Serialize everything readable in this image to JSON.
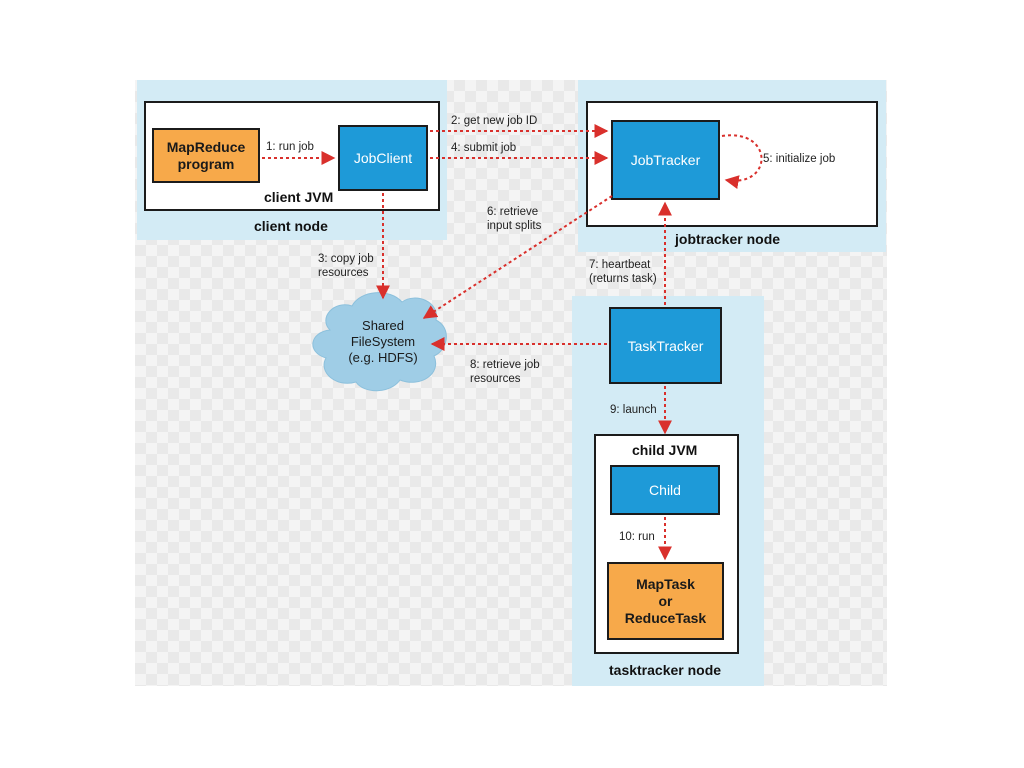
{
  "nodes": {
    "client_node": "client node",
    "client_jvm": "client JVM",
    "jobtracker_node": "jobtracker node",
    "tasktracker_node": "tasktracker node",
    "child_jvm": "child JVM"
  },
  "boxes": {
    "mapreduce_program": [
      "MapReduce",
      "program"
    ],
    "jobclient": "JobClient",
    "jobtracker": "JobTracker",
    "tasktracker": "TaskTracker",
    "child": "Child",
    "maptask": [
      "MapTask",
      "or",
      "ReduceTask"
    ]
  },
  "filesystem": [
    "Shared",
    "FileSystem",
    "(e.g. HDFS)"
  ],
  "steps": {
    "s1": [
      "1: run job"
    ],
    "s2": [
      "2: get new job ID"
    ],
    "s3": [
      "3: copy job",
      "resources"
    ],
    "s4": [
      "4: submit job"
    ],
    "s5": [
      "5: initialize job"
    ],
    "s6": [
      "6: retrieve",
      "input splits"
    ],
    "s7": [
      "7: heartbeat",
      "(returns task)"
    ],
    "s8": [
      "8: retrieve job",
      "resources"
    ],
    "s9": [
      "9: launch"
    ],
    "s10": [
      "10: run"
    ]
  },
  "colors": {
    "node_bg": "#d3ebf5",
    "blue_box": "#1e9ad8",
    "orange_box": "#f7a94a",
    "arrow": "#d9302c"
  }
}
